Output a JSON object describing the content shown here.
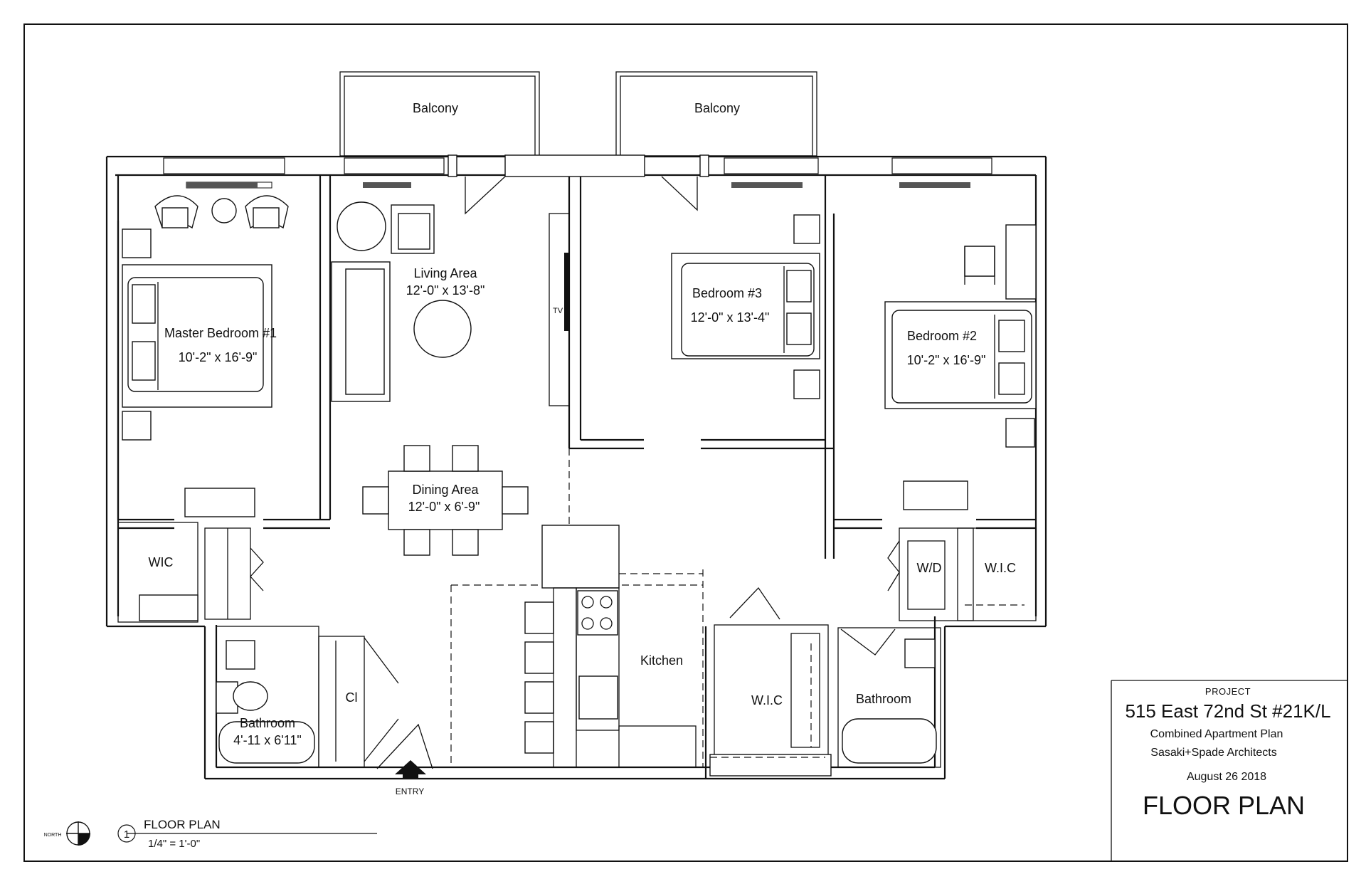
{
  "rooms": {
    "balcony_left": "Balcony",
    "balcony_right": "Balcony",
    "living": {
      "name": "Living Area",
      "dims": "12'-0\" x 13'-8\""
    },
    "tv": "TV",
    "bedroom3": {
      "name": "Bedroom #3",
      "dims": "12'-0\" x 13'-4\""
    },
    "master": {
      "name": "Master Bedroom #1",
      "dims": "10'-2\" x 16'-9\""
    },
    "bedroom2": {
      "name": "Bedroom #2",
      "dims": "10'-2\" x 16'-9\""
    },
    "dining": {
      "name": "Dining Area",
      "dims": "12'-0\" x 6'-9\""
    },
    "wic_left": "WIC",
    "wd": "W/D",
    "wic_right": "W.I.C",
    "kitchen": "Kitchen",
    "wic_center": "W.I.C",
    "bath_right": "Bathroom",
    "bath_left": {
      "name": "Bathroom",
      "dims": "4'-11 x 6'11\""
    },
    "closet": "Cl",
    "entry": "ENTRY"
  },
  "title_block": {
    "project_label": "PROJECT",
    "address": "515 East 72nd St #21K/L",
    "plan_type": "Combined Apartment Plan",
    "architect": "Sasaki+Spade Architects",
    "date": "August 26  2018",
    "sheet_title": "FLOOR PLAN"
  },
  "legend": {
    "north_label": "NORTH",
    "drawing_number": "1",
    "drawing_title": "FLOOR PLAN",
    "scale": "1/4\" = 1'-0\""
  }
}
